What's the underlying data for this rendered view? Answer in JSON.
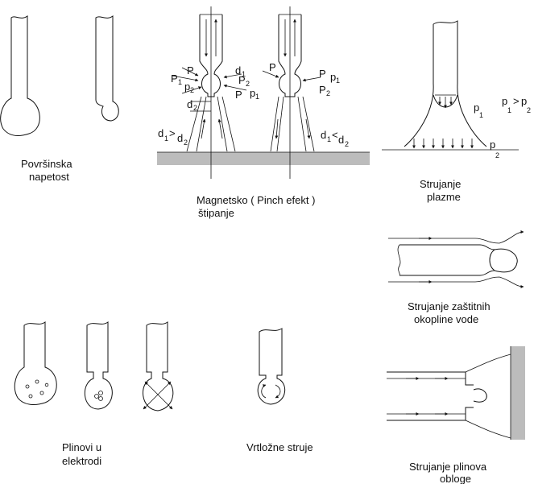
{
  "captions": {
    "surface_tension": [
      "Površinska",
      "napetost"
    ],
    "pinch_effect": [
      "Magnetsko  ( Pinch efekt )",
      "štipanje"
    ],
    "plasma_flow": [
      "Strujanje",
      "plazme"
    ],
    "shielding_flow": [
      "Strujanje zaštitnih",
      "okopline vode"
    ],
    "gases_in_electrode": [
      "Plinovi u",
      "elektrodi"
    ],
    "eddy_currents": [
      "Vrtložne struje"
    ],
    "gas_flow": [
      "Strujanje plinova",
      "obloge"
    ]
  },
  "labels": {
    "P": "P",
    "p": "p",
    "d": "d",
    "sub1": "1",
    "sub2": "2",
    "gt": ">",
    "lt": "<"
  }
}
